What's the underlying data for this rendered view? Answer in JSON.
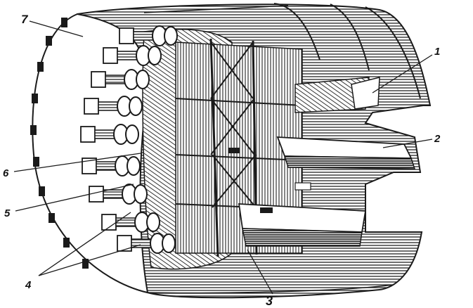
{
  "callouts": [
    {
      "label": "1"
    },
    {
      "label": "2"
    },
    {
      "label": "3"
    },
    {
      "label": "4"
    },
    {
      "label": "5"
    },
    {
      "label": "6"
    },
    {
      "label": "7"
    }
  ],
  "colors": {
    "ink": "#1a1a1a",
    "paper": "#ffffff",
    "shade": "#6e6e6e"
  }
}
